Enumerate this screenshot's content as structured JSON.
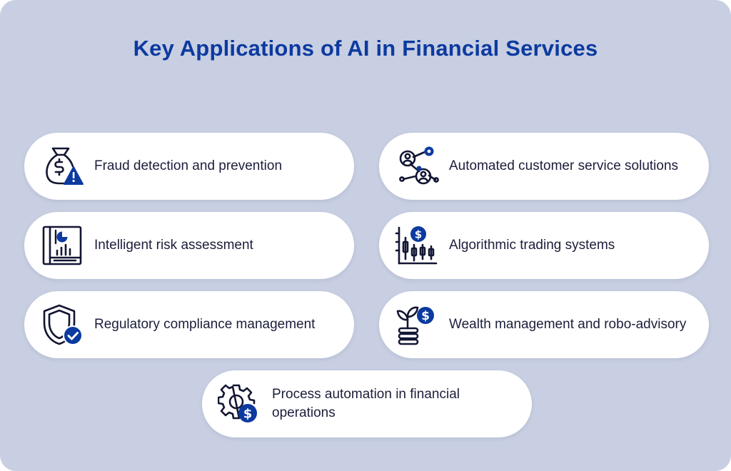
{
  "title": "Key Applications of AI in Financial Services",
  "colors": {
    "accent": "#0c3aa0",
    "background": "#c8cfe2",
    "card": "#ffffff",
    "icon_dark": "#121633"
  },
  "items": [
    {
      "label": "Fraud detection and prevention",
      "icon": "money-bag-warning-icon"
    },
    {
      "label": "Automated customer service solutions",
      "icon": "network-users-icon"
    },
    {
      "label": "Intelligent risk assessment",
      "icon": "risk-report-chart-icon"
    },
    {
      "label": "Algorithmic trading systems",
      "icon": "candlestick-dollar-icon"
    },
    {
      "label": "Regulatory compliance management",
      "icon": "shield-check-icon"
    },
    {
      "label": "Wealth management and robo-advisory",
      "icon": "plant-coins-dollar-icon"
    },
    {
      "label": "Process automation in financial operations",
      "icon": "gear-dollar-icon"
    }
  ]
}
